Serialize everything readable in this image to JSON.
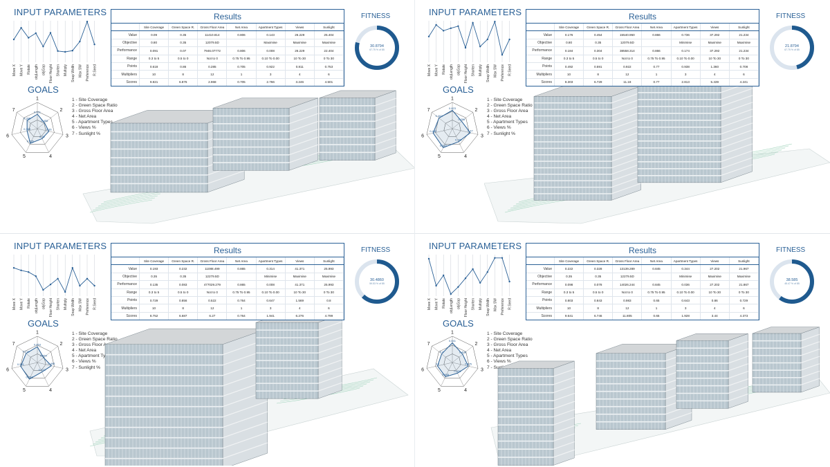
{
  "panel_text": {
    "input_title": "INPUT PARAMETERS",
    "goals_title": "GOALS",
    "results_title": "Results",
    "fitness_title": "FITNESS",
    "param_labels": [
      "Move X",
      "Move Y",
      "Rotate",
      "objLength",
      "objGap",
      "Floor Height",
      "Shorten",
      "Multiply",
      "Snap Width",
      "Max SW",
      "Preference",
      "R.Seed"
    ],
    "legend": [
      "1  -  Site Coverage",
      "2  -  Green Space Ratio",
      "3  -  Gross Floor Area",
      "4  -  Net Area",
      "5  -  Apartment Types",
      "6  -  Views %",
      "7  -  Sunlight %"
    ],
    "radar_axes": [
      "1",
      "2",
      "3",
      "4",
      "5",
      "6",
      "7"
    ],
    "col_headers": [
      "Site Coverage",
      "Green Space R.",
      "Gross Floor Area",
      "Net Area",
      "Apartment Types",
      "Views",
      "Sunlight"
    ],
    "row_headers": [
      "Value",
      "Objective",
      "Performance",
      "Range",
      "Points",
      "Multipliers",
      "Scores"
    ]
  },
  "colors": {
    "accent": "#2a6096",
    "ring": "#1f5a8f",
    "ring_bg": "#dbe4ee",
    "building_glass": "#b9c7cf",
    "landscape": "#cfe9dc"
  },
  "panels": [
    {
      "param_values": [
        0.55,
        0.83,
        0.59,
        0.7,
        0.38,
        0.71,
        0.27,
        0.25,
        0.28,
        0.5,
        0.98,
        0.43
      ],
      "radar_values": [
        0.55,
        0.35,
        0.45,
        0.42,
        0.62,
        0.4,
        0.5
      ],
      "radar_labels": [
        "0.821",
        "0.458",
        "0.36",
        "0.32",
        "0.285",
        "0.388",
        "0.396"
      ],
      "fitness_value": "30.8794",
      "fitness_sub": "67.75 % of 85",
      "fitness_fraction": 0.79,
      "rows": [
        [
          "0.09",
          "0.35",
          "11410.814",
          "0.806",
          "0.143",
          "26.229",
          "25.404"
        ],
        [
          "0.80",
          "0.35",
          "12079.5D",
          "",
          "Maximise",
          "Maximise",
          "Maximise"
        ],
        [
          "0.091",
          "0.07",
          "7946.07772",
          "0.806",
          "0.008",
          "26.229",
          "22.404"
        ],
        [
          "0.3 to 5",
          "0.5 to 0",
          "Not to 0",
          "0.75 To 0.95",
          "0.10 To 0.00",
          "10 To 30",
          "0 To 30"
        ],
        [
          "0.618",
          "0.86",
          "0.285",
          "0.705",
          "0.922",
          "0.811",
          "0.753"
        ],
        [
          "10",
          "8",
          "12",
          "1",
          "3",
          "4",
          "6"
        ],
        [
          "9.821",
          "6.876",
          "2.968",
          "0.705",
          "2.766",
          "3.246",
          "4.501"
        ]
      ]
    },
    {
      "param_values": [
        0.62,
        0.9,
        0.76,
        0.82,
        0.87,
        0.35,
        0.95,
        0.38,
        0.55,
        0.98,
        0.18,
        0.55
      ],
      "radar_values": [
        0.7,
        0.45,
        0.7,
        0.55,
        0.8,
        0.75,
        0.65
      ],
      "radar_labels": [
        "0.823",
        "0.296",
        "0.47",
        "0.397",
        "0.393",
        "0.433",
        "0.463"
      ],
      "fitness_value": "21.8794",
      "fitness_sub": "67.75 % of 85",
      "fitness_fraction": 0.46,
      "rows": [
        [
          "0.176",
          "0.454",
          "15540.950",
          "0.866",
          "0.736",
          "37.292",
          "21.234"
        ],
        [
          "0.80",
          "0.35",
          "12079.5D",
          "",
          "Minimise",
          "Maximise",
          "Maximise"
        ],
        [
          "0.184",
          "0.304",
          "38558.314",
          "0.866",
          "0.174",
          "37.292",
          "21.234"
        ],
        [
          "0.3 to 5",
          "0.5 to 0",
          "Not to 0",
          "0.75 To 0.95",
          "0.10 To 0.00",
          "10 To 30",
          "0 To 30"
        ],
        [
          "0.492",
          "0.591",
          "0.922",
          "0.77",
          "0.938",
          "1.360",
          "0.708"
        ],
        [
          "10",
          "8",
          "12",
          "1",
          "3",
          "4",
          "6"
        ],
        [
          "8.303",
          "6.729",
          "11.18",
          "0.77",
          "2.813",
          "5.439",
          "4.241"
        ]
      ]
    },
    {
      "param_values": [
        0.68,
        0.62,
        0.58,
        0.48,
        0.15,
        0.28,
        0.42,
        0.1,
        0.68,
        0.25,
        0.42,
        0.25
      ],
      "radar_values": [
        0.6,
        0.3,
        0.55,
        0.4,
        0.7,
        0.65,
        0.55
      ],
      "radar_labels": [
        "0.853",
        "0.354",
        "0.498",
        "0.423",
        "0.754",
        "0.551",
        "0.274"
      ],
      "fitness_value": "30.4860",
      "fitness_sub": "59.53 % of 85",
      "fitness_fraction": 0.62,
      "rows": [
        [
          "0.193",
          "0.232",
          "11088.499",
          "0.865",
          "0.314",
          "41.371",
          "25.993"
        ],
        [
          "0.35",
          "0.35",
          "12279.5D",
          "",
          "Minimise",
          "Maximise",
          "Maximise"
        ],
        [
          "0.135",
          "0.083",
          "477029.279",
          "0.865",
          "0.008",
          "41.371",
          "25.993"
        ],
        [
          "0.3 to 5",
          "0.5 to 0",
          "Not to 0",
          "0.75 To 0.95",
          "0.10 To 0.00",
          "10 To 30",
          "0 To 30"
        ],
        [
          "0.729",
          "0.856",
          "0.522",
          "0.764",
          "0.647",
          "1.569",
          "0.8"
        ],
        [
          "10",
          "8",
          "12",
          "1",
          "3",
          "4",
          "6"
        ],
        [
          "8.752",
          "6.687",
          "6.27",
          "0.764",
          "1.941",
          "6.276",
          "4.799"
        ]
      ]
    },
    {
      "param_values": [
        0.9,
        0.25,
        0.5,
        0.05,
        0.22,
        0.43,
        0.65,
        0.32,
        0.58,
        0.92,
        0.92,
        0.35
      ],
      "radar_values": [
        0.75,
        0.5,
        0.62,
        0.45,
        0.6,
        0.58,
        0.52
      ],
      "radar_labels": [
        "0.841",
        "0.498",
        "0.425",
        "0.833",
        "0.808",
        "0.6",
        "0.4"
      ],
      "fitness_value": "38.585",
      "fitness_sub": "45.47 % of 85",
      "fitness_fraction": 0.6,
      "rows": [
        [
          "0.222",
          "0.328",
          "13139.289",
          "0.845",
          "0.344",
          "27.202",
          "21.967"
        ],
        [
          "0.35",
          "0.35",
          "12279.5D",
          "",
          "Minimise",
          "Maximise",
          "Maximise"
        ],
        [
          "0.098",
          "0.078",
          "14026.244",
          "0.845",
          "0.036",
          "27.202",
          "21.867"
        ],
        [
          "0.3 to 5",
          "0.5 to 0",
          "Not to 0",
          "0.75 To 0.95",
          "0.10 To 0.00",
          "10 To 30",
          "0 To 30"
        ],
        [
          "0.803",
          "0.843",
          "0.983",
          "0.65",
          "0.643",
          "0.86",
          "0.729"
        ],
        [
          "10",
          "8",
          "12",
          "1",
          "3",
          "4",
          "6"
        ],
        [
          "9.641",
          "6.746",
          "11.805",
          "0.65",
          "1.928",
          "3.44",
          "4.373"
        ]
      ]
    }
  ]
}
